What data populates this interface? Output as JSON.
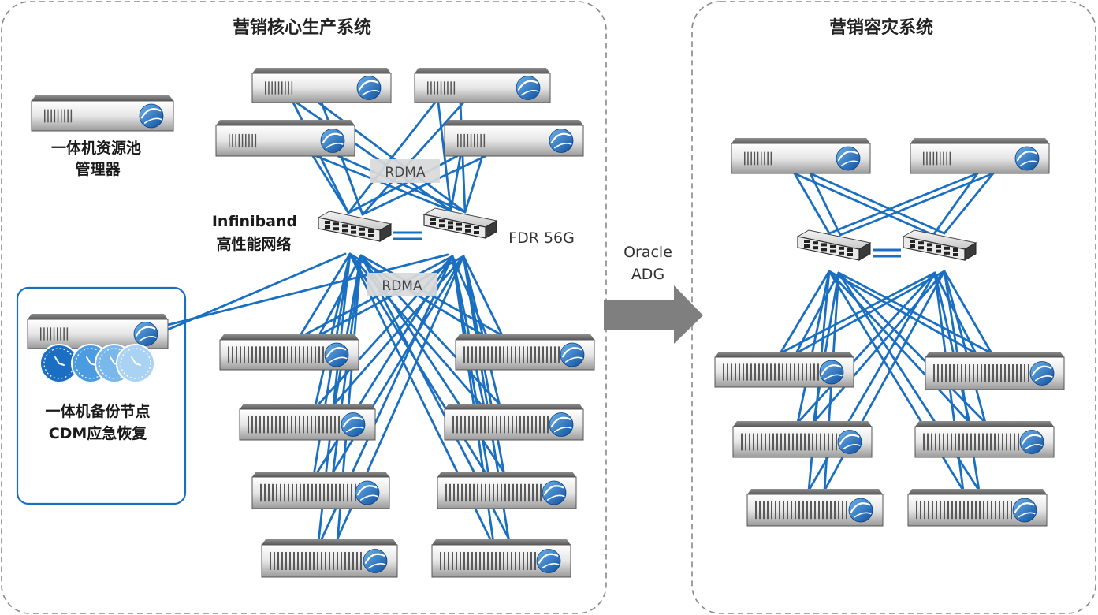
{
  "production": {
    "title": "营销核心生产系统",
    "pool_manager_label": [
      "一体机资源池",
      "管理器"
    ],
    "network_label": [
      "Infiniband",
      "高性能网络"
    ],
    "network_speed": "FDR 56G",
    "rdma_label_upper": "RDMA",
    "rdma_label_lower": "RDMA",
    "backup_label": [
      "一体机备份节点",
      "CDM应急恢复"
    ]
  },
  "replication": {
    "label": [
      "Oracle",
      "ADG"
    ]
  },
  "disaster_recovery": {
    "title": "营销容灾系统"
  },
  "colors": {
    "link": "#1a6fc0",
    "frame": "#888888",
    "backup_box": "#1a6fc0",
    "arrow": "#7f7f7f",
    "rdma_bg": "#d9d9d9"
  },
  "icons": {
    "server": "server-icon",
    "switch": "network-switch-icon",
    "clock": "clock-icon",
    "logo": "swirl-logo-icon"
  }
}
